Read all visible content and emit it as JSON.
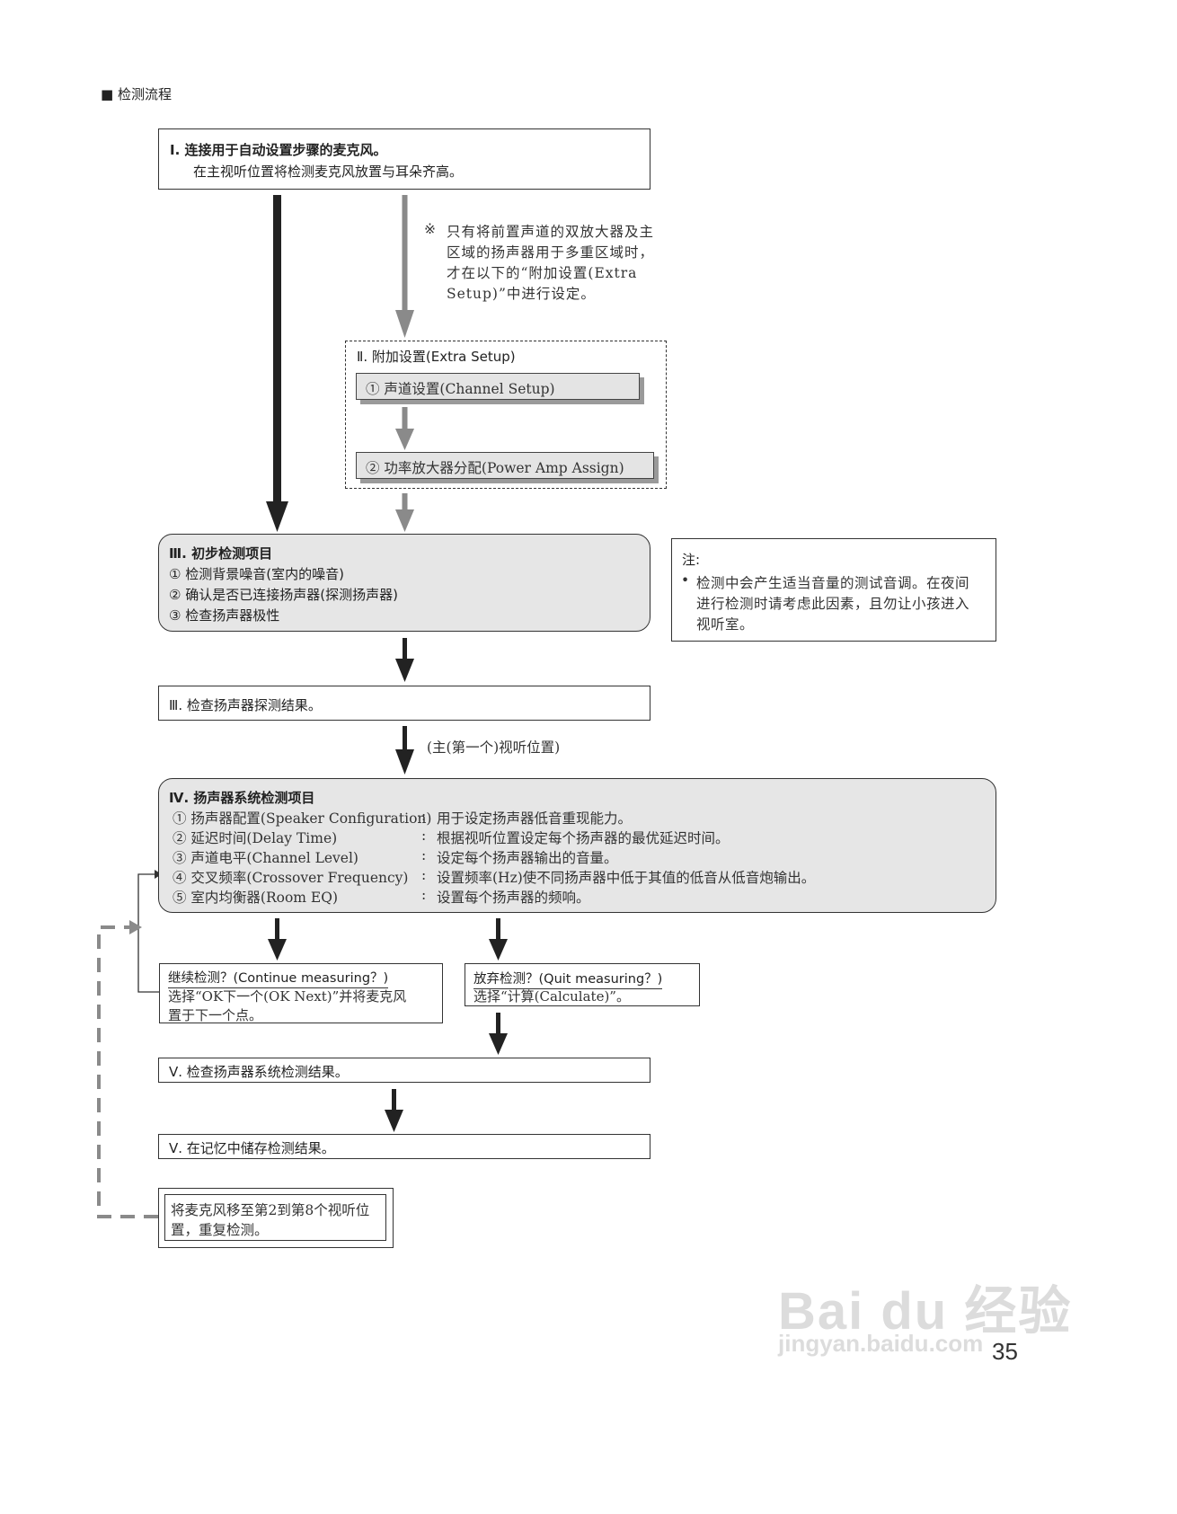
{
  "section_title": "■ 检测流程",
  "step1": {
    "line1": "Ⅰ. 连接用于自动设置步骤的麦克风。",
    "line2": "在主视听位置将检测麦克风放置与耳朵齐高。"
  },
  "side_note": {
    "mark": "※",
    "lines": [
      "只有将前置声道的双放大器及主",
      "区域的扬声器用于多重区域时，",
      "才在以下的“附加设置(Extra",
      "Setup)”中进行设定。"
    ]
  },
  "step2": {
    "title": "Ⅱ. 附加设置(Extra Setup)",
    "item1": "① 声道设置(Channel Setup)",
    "item2": "② 功率放大器分配(Power Amp Assign)"
  },
  "step3": {
    "title": "Ⅲ. 初步检测项目",
    "items": [
      "①  检测背景噪音(室内的噪音)",
      "②  确认是否已连接扬声器(探测扬声器)",
      "③  检查扬声器极性"
    ]
  },
  "note": {
    "title": "注:",
    "bullet": "•",
    "lines": [
      "检测中会产生适当音量的测试音调。在夜间",
      "进行检测时请考虑此因素，且勿让小孩进入",
      "视听室。"
    ]
  },
  "step3b": "Ⅲ. 检查扬声器探测结果。",
  "arrow_label": "(主(第一个)视听位置)",
  "step4": {
    "title": "Ⅳ. 扬声器系统检测项目",
    "items": [
      {
        "name": "① 扬声器配置(Speaker Configuration)",
        "sep": ":",
        "desc": "用于设定扬声器低音重现能力。"
      },
      {
        "name": "② 延迟时间(Delay Time)",
        "sep": ":",
        "desc": "根据视听位置设定每个扬声器的最优延迟时间。"
      },
      {
        "name": "③ 声道电平(Channel Level)",
        "sep": ":",
        "desc": "设定每个扬声器输出的音量。"
      },
      {
        "name": "④ 交叉频率(Crossover Frequency)",
        "sep": ":",
        "desc": "设置频率(Hz)使不同扬声器中低于其值的低音从低音炮输出。"
      },
      {
        "name": "⑤ 室内均衡器(Room EQ)",
        "sep": ":",
        "desc": "设置每个扬声器的频响。"
      }
    ]
  },
  "continue_box": {
    "title": "继续检测？(Continue measuring？)",
    "line1": "选择“OK下一个(OK  Next)”并将麦克风",
    "line2": "置于下一个点。"
  },
  "quit_box": {
    "title": "放弃检测？(Quit measuring？)",
    "line1": "选择“计算(Calculate)”。"
  },
  "step5a": "Ⅴ. 检查扬声器系统检测结果。",
  "step5b": "Ⅴ. 在记忆中储存检测结果。",
  "repeat_box": {
    "line1": "将麦克风移至第2到第8个视听位",
    "line2": "置，重复检测。"
  },
  "page_number": "35",
  "watermark": {
    "logo": "Bai du 经验",
    "url": "jingyan.baidu.com"
  }
}
